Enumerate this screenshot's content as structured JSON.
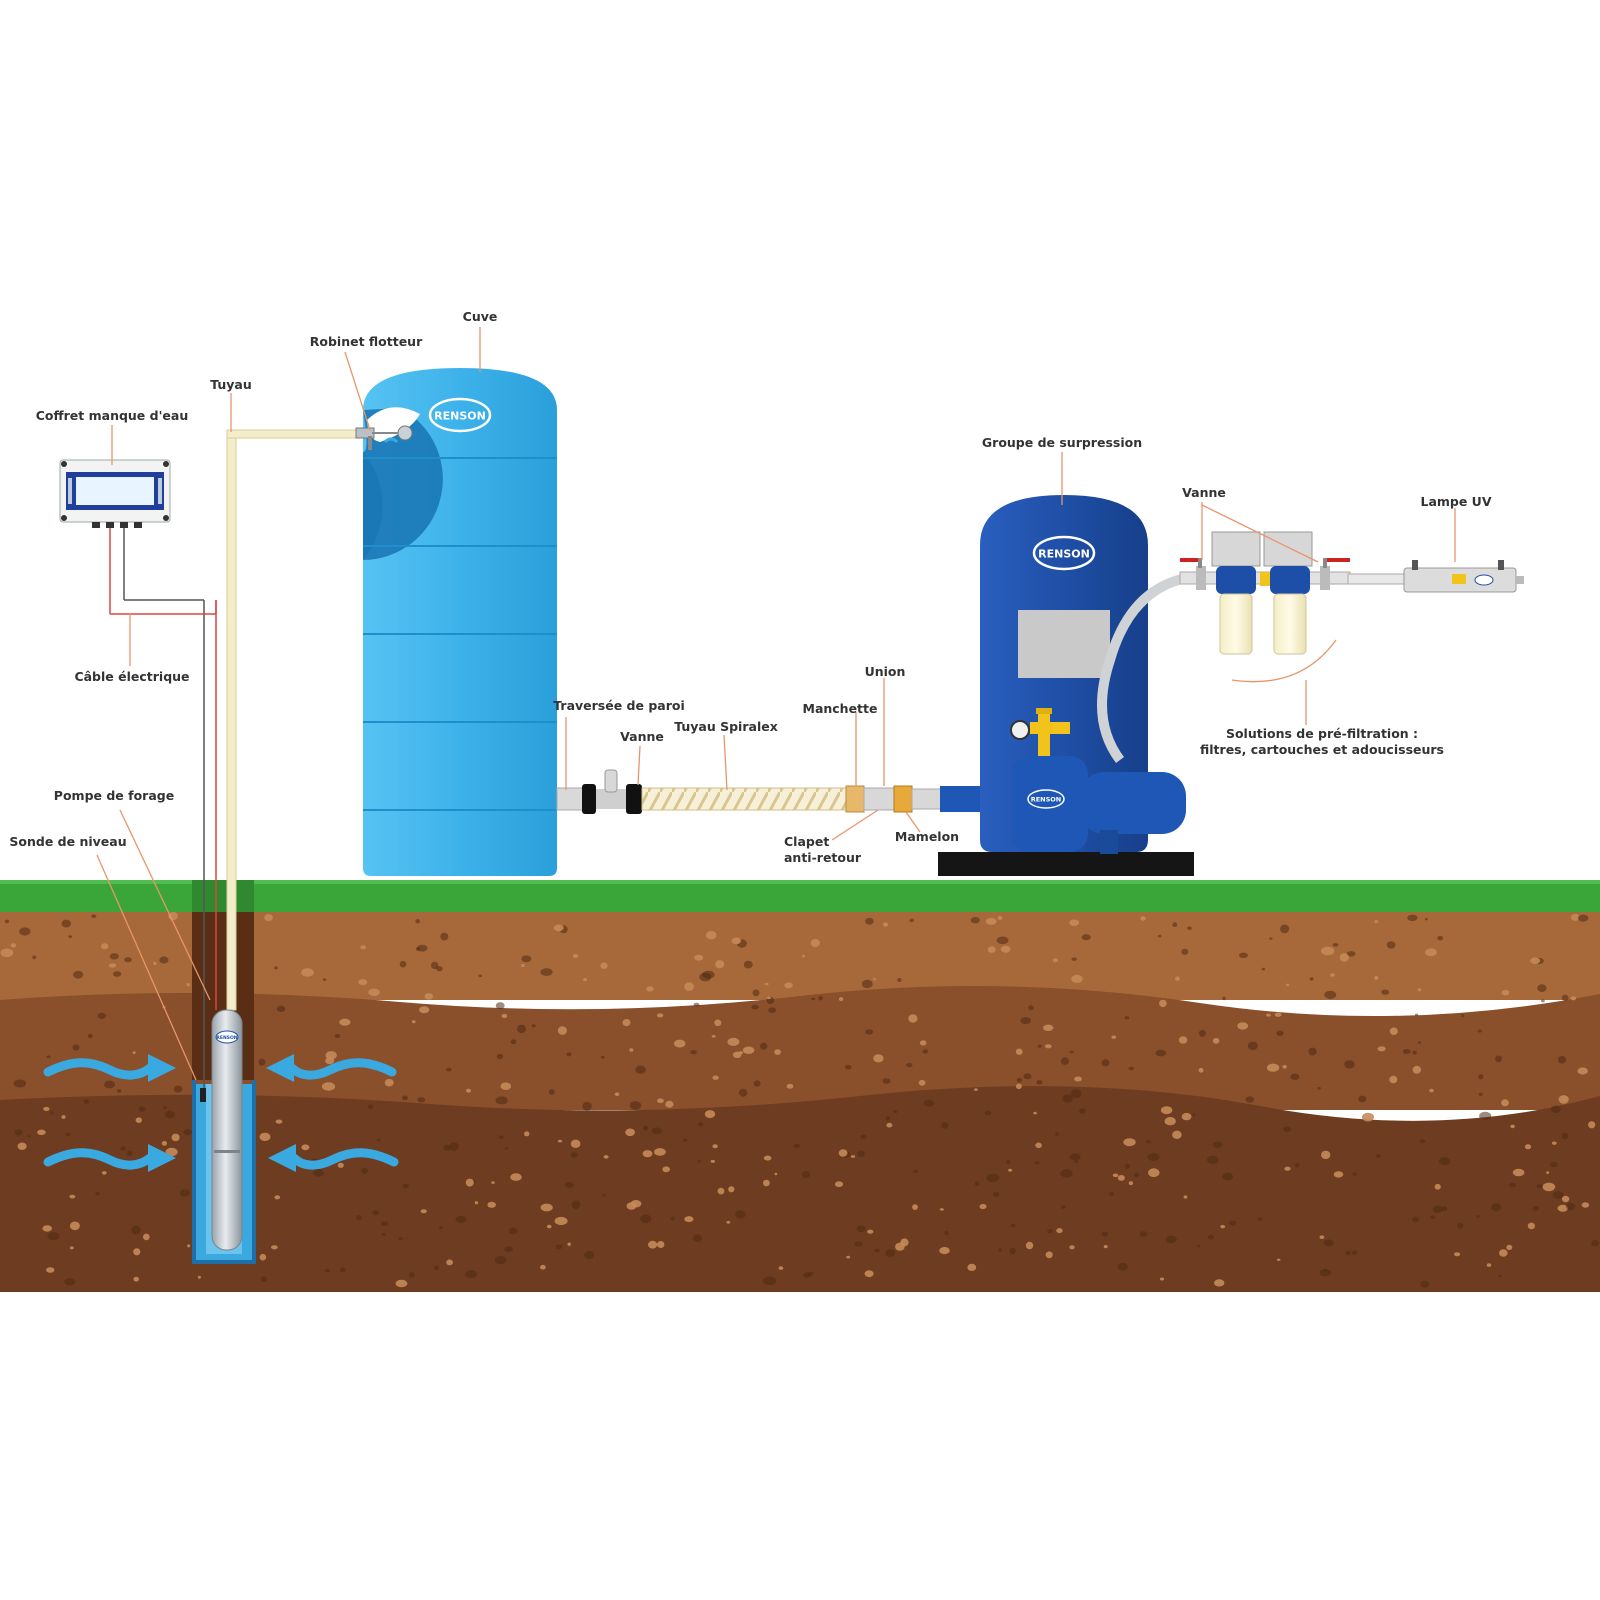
{
  "labels": {
    "cuve": "Cuve",
    "robinet_flotteur": "Robinet flotteur",
    "tuyau": "Tuyau",
    "coffret": "Coffret manque d'eau",
    "cable": "Câble électrique",
    "pompe_forage": "Pompe de forage",
    "sonde_niveau": "Sonde de niveau",
    "traversee_paroi": "Traversée de paroi",
    "vanne_left": "Vanne",
    "tuyau_spiralex": "Tuyau Spiralex",
    "manchette": "Manchette",
    "union": "Union",
    "clapet_line1": "Clapet",
    "clapet_line2": "anti-retour",
    "mamelon": "Mamelon",
    "groupe_surpression": "Groupe de surpression",
    "vanne_right": "Vanne",
    "lampe_uv": "Lampe UV",
    "solutions_line1": "Solutions de pré-filtration :",
    "solutions_line2": "filtres, cartouches et adoucisseurs"
  },
  "brand": {
    "logo": "RENSON"
  },
  "colors": {
    "grass": "#3aa63a",
    "soil_top": "#a8693a",
    "soil_mid": "#8a4f2b",
    "soil_deep": "#6e3c20",
    "cuve": "#3fb4ec",
    "surpresseur": "#1e4fa8",
    "water_arrow": "#3aa9e0",
    "leader_line": "#e8956a",
    "label_text": "#333333"
  }
}
